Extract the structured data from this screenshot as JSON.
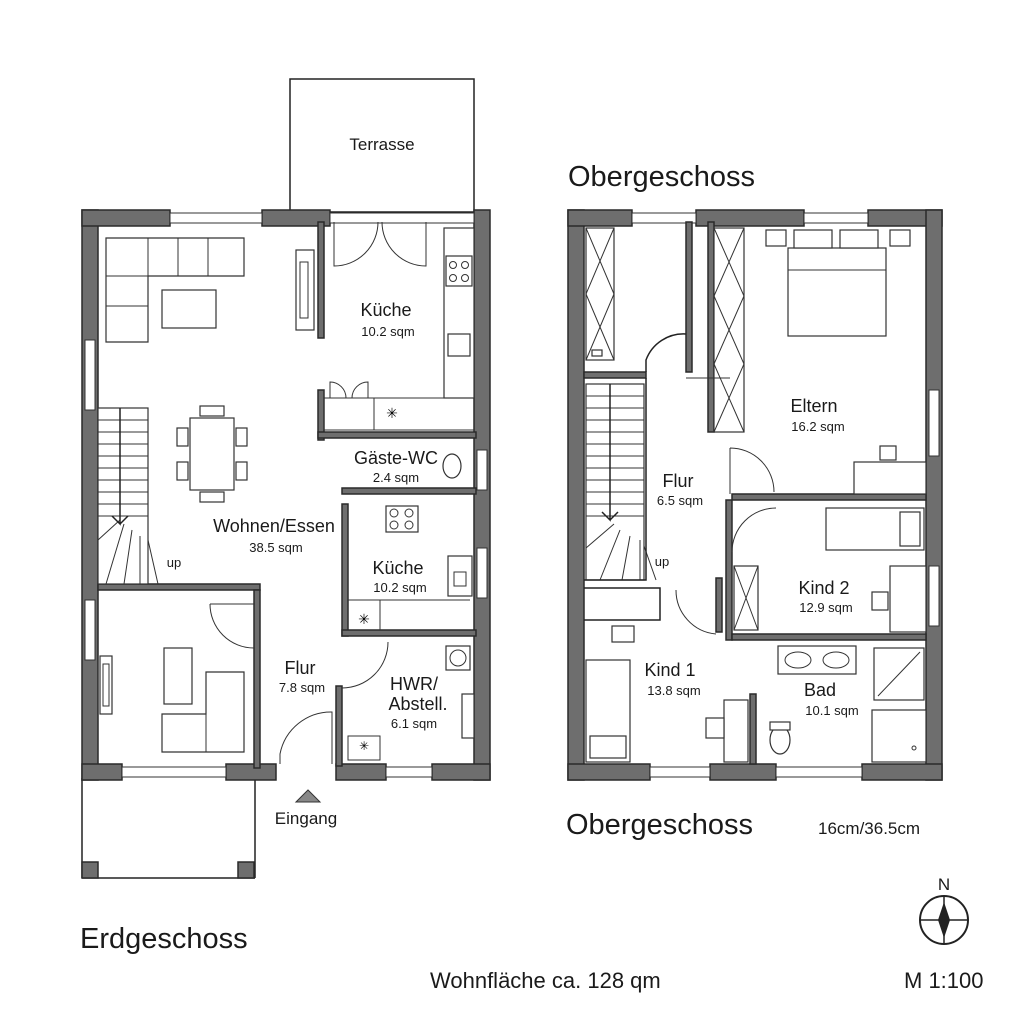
{
  "titles": {
    "ground_floor": "Erdgeschoss",
    "upper_floor_top": "Obergeschoss",
    "upper_floor_bottom": "Obergeschoss"
  },
  "labels": {
    "terrace": "Terrasse",
    "entrance": "Eingang",
    "stairs_up_gf": "up",
    "stairs_up_og": "up",
    "wall_thickness": "16cm/36.5cm",
    "living_area": "Wohnfläche ca. 128 qm",
    "scale": "M 1:100",
    "north": "N"
  },
  "ground_floor_rooms": {
    "kitchen_top": {
      "name": "Küche",
      "area": "10.2 sqm"
    },
    "guest_wc": {
      "name": "Gäste-WC",
      "area": "2.4 sqm"
    },
    "living_dining": {
      "name": "Wohnen/Essen",
      "area": "38.5 sqm"
    },
    "kitchen_mid": {
      "name": "Küche",
      "area": "10.2 sqm"
    },
    "hall": {
      "name": "Flur",
      "area": "7.8 sqm"
    },
    "utility_line1": "HWR/",
    "utility_line2": "Abstell.",
    "utility_area": "6.1 sqm"
  },
  "upper_floor_rooms": {
    "parents": {
      "name": "Eltern",
      "area": "16.2 sqm"
    },
    "hall": {
      "name": "Flur",
      "area": "6.5 sqm"
    },
    "child2": {
      "name": "Kind 2",
      "area": "12.9 sqm"
    },
    "child1": {
      "name": "Kind 1",
      "area": "13.8 sqm"
    },
    "bath": {
      "name": "Bad",
      "area": "10.1 sqm"
    }
  }
}
